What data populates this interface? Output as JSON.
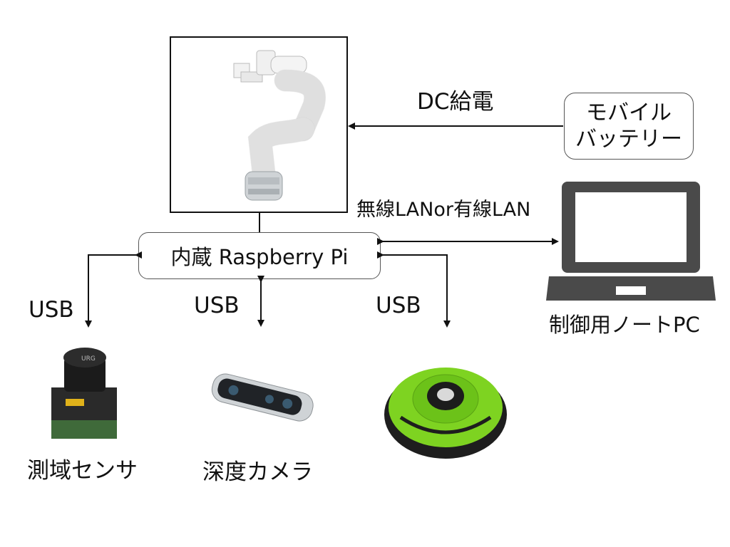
{
  "nodes": {
    "robot_arm_box": "",
    "raspberry_pi": "内蔵 Raspberry Pi",
    "battery_line1": "モバイル",
    "battery_line2": "バッテリー",
    "laptop_label": "制御用ノートPC",
    "lidar_label": "測域センサ",
    "depth_camera_label": "深度カメラ",
    "lidar_logo_text": "URG"
  },
  "edges": {
    "dc_power": "DC給電",
    "lan": "無線LANor有線LAN",
    "usb_lidar": "USB",
    "usb_camera": "USB",
    "usb_roomba": "USB"
  },
  "colors": {
    "line": "#111111",
    "laptop": "#4a4a4a",
    "roomba_green": "#7ed321",
    "roomba_dark": "#1e1e1e"
  },
  "icons": [
    "robot-arm-photo",
    "laptop-icon",
    "lidar-photo",
    "depth-camera-photo",
    "roomba-photo"
  ]
}
